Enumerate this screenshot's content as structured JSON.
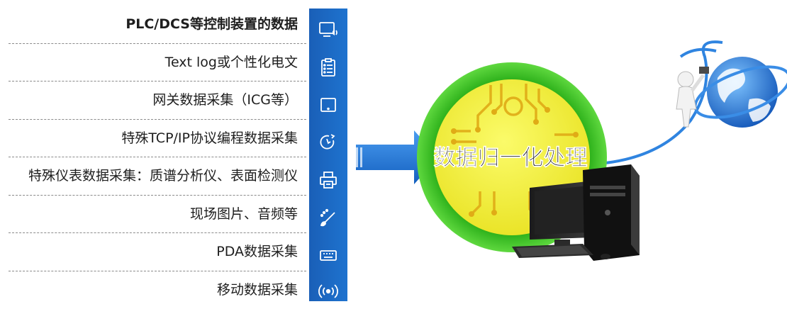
{
  "items": [
    {
      "label": "PLC/DCS等控制装置的数据",
      "icon": "monitor-speaker-icon",
      "bold": true
    },
    {
      "label": "Text log或个性化电文",
      "icon": "clipboard-list-icon",
      "bold": false
    },
    {
      "label": "网关数据采集（ICG等）",
      "icon": "tablet-icon",
      "bold": false
    },
    {
      "label": "特殊TCP/IP协议编程数据采集",
      "icon": "timer-arrow-icon",
      "bold": false
    },
    {
      "label": "特殊仪表数据采集：质谱分析仪、表面检测仪",
      "icon": "printer-icon",
      "bold": false
    },
    {
      "label": "现场图片、音频等",
      "icon": "paint-brush-icon",
      "bold": false
    },
    {
      "label": "PDA数据采集",
      "icon": "keyboard-icon",
      "bold": false
    },
    {
      "label": "移动数据采集",
      "icon": "wireless-signal-icon",
      "bold": false
    }
  ],
  "center_label": "数据归一化处理",
  "colors": {
    "icon_column": "#1e6bc6",
    "arrow": "#1b74d6",
    "outer_ring": "#3cc22a",
    "inner_circle": "#f2f03a",
    "circuit": "#e3b31c"
  }
}
